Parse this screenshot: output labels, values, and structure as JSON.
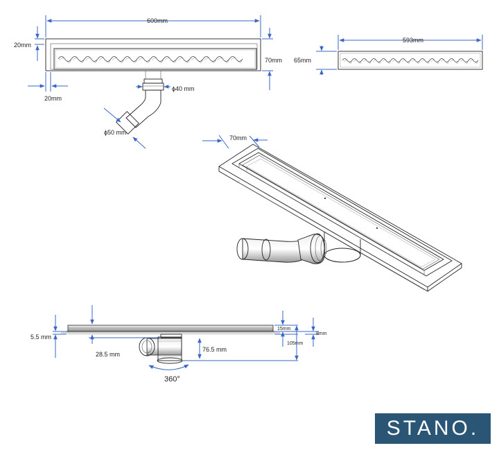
{
  "top_view": {
    "length": "600mm",
    "width": "70mm",
    "edge_top": "20mm",
    "edge_left": "20mm",
    "outlet_diameter": "ϕ40 mm",
    "pipe_diameter": "ϕ50 mm"
  },
  "grate_view": {
    "length": "593mm",
    "width": "65mm"
  },
  "iso_view": {
    "width": "70mm"
  },
  "side_view": {
    "flange": "5.5 mm",
    "outlet_offset": "28.5 mm",
    "outlet_height": "76.5 mm",
    "grate_depth": "15mm",
    "grate_thickness": "8mm",
    "total_height": "105mm",
    "rotation": "360°"
  },
  "brand": {
    "logo_text": "STANO.",
    "color": "#2a5575"
  },
  "colors": {
    "dimension_line": "#3a66c4",
    "outline": "#222222"
  }
}
